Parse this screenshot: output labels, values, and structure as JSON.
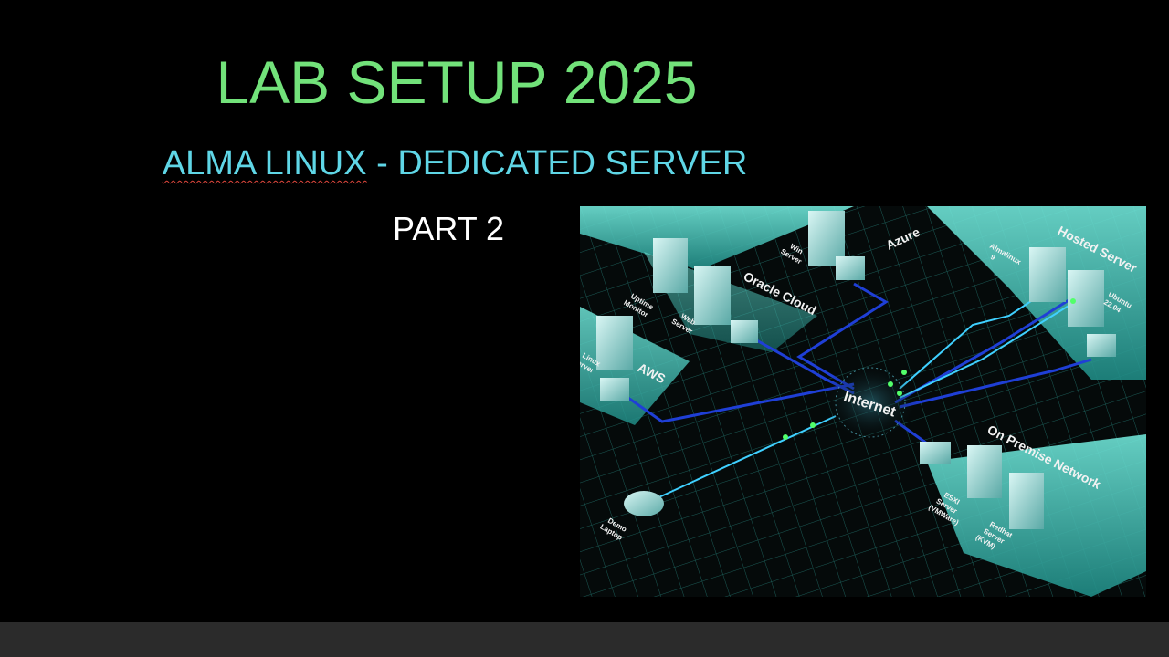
{
  "slide": {
    "title": "LAB SETUP 2025",
    "subtitle_underlined": "ALMA LINUX",
    "subtitle_rest": " - DEDICATED SERVER",
    "part": "PART 2"
  },
  "diagram": {
    "hub": "Internet",
    "zones": {
      "azure": "Azure",
      "hosted": "Hosted Server",
      "oracle": "Oracle Cloud",
      "aws": "AWS",
      "onprem": "On Premise Network"
    },
    "nodes": {
      "win_server": [
        "Win",
        "Server"
      ],
      "almalinux": [
        "Almalinux",
        "9"
      ],
      "ubuntu": [
        "Ubuntu",
        "22.04"
      ],
      "uptime": [
        "Uptime",
        "Monitor"
      ],
      "web": [
        "Web",
        "Server"
      ],
      "linux": [
        "Linux",
        "Server"
      ],
      "esxi": [
        "ESXI",
        "Server",
        "(VMWare)"
      ],
      "redhat": [
        "Redhat",
        "Server",
        "(KVM)"
      ],
      "laptop": [
        "Demo",
        "Laptop"
      ]
    }
  },
  "colors": {
    "title": "#72e27a",
    "subtitle": "#5fd6e6",
    "platform": "#3fc4b8",
    "link": "#1f3fd6",
    "link_bright": "#3fd0ff",
    "grid": "#1b5a55"
  }
}
